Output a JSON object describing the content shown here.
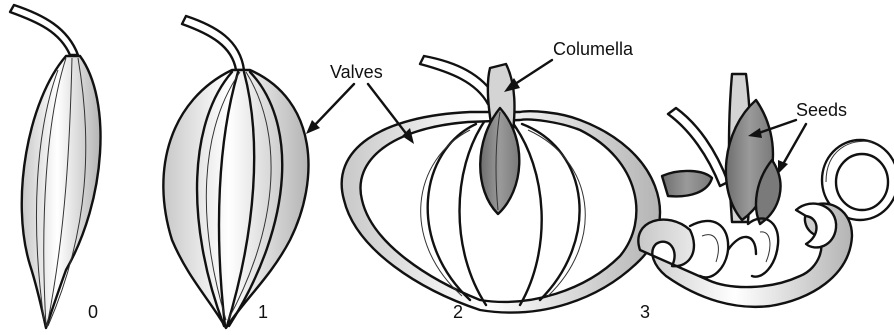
{
  "labels": {
    "valves": "Valves",
    "columella": "Columella",
    "seeds": "Seeds"
  },
  "stages": [
    "0",
    "1",
    "2",
    "3"
  ],
  "colors": {
    "outline": "#111111",
    "valve_fill": "#ffffff",
    "valve_shade": "#bdbdbd",
    "seed_fill": "#8a8a8a",
    "columella_fill": "#d4d4d4"
  }
}
